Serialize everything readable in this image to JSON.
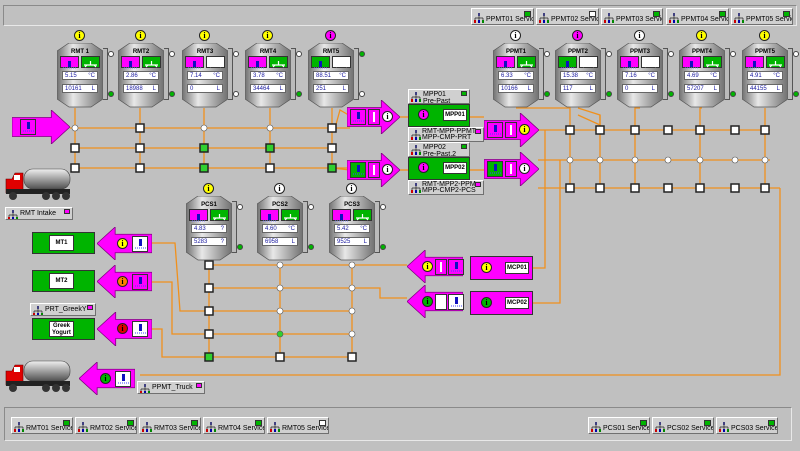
{
  "colors": {
    "pipe": "#f0901c",
    "magenta": "#ff00ff",
    "green": "#00b400",
    "yellow": "#ffff00",
    "orange": "#ff8000",
    "red": "#e00000",
    "white": "#ffffff",
    "tank": "#b8b8b8"
  },
  "top_services": [
    {
      "label": "PPMT01 Service",
      "status": "green"
    },
    {
      "label": "PPMT02 Service",
      "status": "white"
    },
    {
      "label": "PPMT03 Service",
      "status": "green"
    },
    {
      "label": "PPMT04 Service",
      "status": "green"
    },
    {
      "label": "PPMT05 Service",
      "status": "green"
    }
  ],
  "bottom_services_left": [
    {
      "label": "RMT01 Service",
      "status": "green"
    },
    {
      "label": "RMT02 Service",
      "status": "green"
    },
    {
      "label": "RMT03 Service",
      "status": "green"
    },
    {
      "label": "RMT04 Service",
      "status": "green"
    },
    {
      "label": "RMT05 Service",
      "status": "white"
    }
  ],
  "bottom_services_right": [
    {
      "label": "PCS01 Service",
      "status": "green"
    },
    {
      "label": "PCS02 Service",
      "status": "green"
    },
    {
      "label": "PCS03 Service",
      "status": "green"
    }
  ],
  "rmt_tanks": [
    {
      "name": "RMT 1",
      "temp": "5.15",
      "temp_unit": "°C",
      "level": "10161",
      "level_unit": "L",
      "info": "yellow",
      "mode1": "magenta",
      "mode2": "green",
      "top_dot": "white",
      "bot_dot": "green"
    },
    {
      "name": "RMT2",
      "temp": "2.86",
      "temp_unit": "°C",
      "level": "18988",
      "level_unit": "L",
      "info": "yellow",
      "mode1": "magenta",
      "mode2": "green",
      "top_dot": "white",
      "bot_dot": "green"
    },
    {
      "name": "RMT3",
      "temp": "7.14",
      "temp_unit": "°C",
      "level": "0",
      "level_unit": "L",
      "info": "yellow",
      "mode1": "magenta",
      "mode2": "white",
      "top_dot": "white",
      "bot_dot": "white"
    },
    {
      "name": "RMT4",
      "temp": "3.78",
      "temp_unit": "°C",
      "level": "34464",
      "level_unit": "L",
      "info": "yellow",
      "mode1": "magenta",
      "mode2": "green",
      "top_dot": "white",
      "bot_dot": "green"
    },
    {
      "name": "RMT5",
      "temp": "88.51",
      "temp_unit": "°C",
      "level": "251",
      "level_unit": "L",
      "info": "magenta",
      "mode1": "green",
      "mode2": "white",
      "top_dot": "green",
      "bot_dot": "white"
    }
  ],
  "ppmt_tanks": [
    {
      "name": "PPMT1",
      "temp": "6.33",
      "temp_unit": "°C",
      "level": "10166",
      "level_unit": "L",
      "info": "white",
      "mode1": "magenta",
      "mode2": "green",
      "top_dot": "white",
      "bot_dot": "green"
    },
    {
      "name": "PPMT2",
      "temp": "15.38",
      "temp_unit": "°C",
      "level": "117",
      "level_unit": "L",
      "info": "magenta",
      "mode1": "green",
      "mode2": "white",
      "top_dot": "white",
      "bot_dot": "green"
    },
    {
      "name": "PPMT3",
      "temp": "7.16",
      "temp_unit": "°C",
      "level": "0",
      "level_unit": "L",
      "info": "white",
      "mode1": "magenta",
      "mode2": "white",
      "top_dot": "white",
      "bot_dot": "green"
    },
    {
      "name": "PPMT4",
      "temp": "4.69",
      "temp_unit": "°C",
      "level": "57207",
      "level_unit": "L",
      "info": "yellow",
      "mode1": "magenta",
      "mode2": "green",
      "top_dot": "white",
      "bot_dot": "green"
    },
    {
      "name": "PPMT5",
      "temp": "4.91",
      "temp_unit": "°C",
      "level": "44155",
      "level_unit": "L",
      "info": "yellow",
      "mode1": "magenta",
      "mode2": "green",
      "top_dot": "white",
      "bot_dot": "green"
    }
  ],
  "pcs_tanks": [
    {
      "name": "PCS1",
      "temp": "4.83",
      "temp_unit": "?",
      "level": "5283",
      "level_unit": "?",
      "info": "yellow",
      "mode1": "magenta",
      "mode2": "green",
      "top_dot": "white",
      "bot_dot": "green"
    },
    {
      "name": "PCS2",
      "temp": "4.60",
      "temp_unit": "°C",
      "level": "6958",
      "level_unit": "L",
      "info": "white",
      "mode1": "magenta",
      "mode2": "green",
      "top_dot": "white",
      "bot_dot": "green"
    },
    {
      "name": "PCS3",
      "temp": "5.42",
      "temp_unit": "°C",
      "level": "9525",
      "level_unit": "L",
      "info": "white",
      "mode1": "magenta",
      "mode2": "green",
      "top_dot": "white",
      "bot_dot": "green"
    }
  ],
  "mpp": [
    {
      "header1": "MPP01",
      "header2": "Pre-Past",
      "header_status": "green",
      "name": "MPP01",
      "info": "magenta",
      "sub1": "RMT-MPP-PPMT",
      "sub2": "MPP-CMP-PRT"
    },
    {
      "header1": "MPP02",
      "header2": "Pre-Past.2",
      "header_status": "green",
      "name": "MPP02",
      "info": "magenta",
      "sub1": "RMT-MPP2-PPM",
      "sub2": "MPP-CMP2-PCS"
    }
  ],
  "mcp": [
    {
      "name": "MCP01",
      "info": "yellow"
    },
    {
      "name": "MCP02",
      "info": "green"
    }
  ],
  "destinations": [
    {
      "name": "MT1",
      "info": "yellow"
    },
    {
      "name": "MT2",
      "info": "orange"
    },
    {
      "name": "Greek Yogurt",
      "info": "red",
      "tag": "PRT_GreekY"
    }
  ],
  "rmt_intake_tag": "RMT Intake",
  "ppmt_truck_tag": "PPMT_Truck",
  "info_glyph": "i"
}
